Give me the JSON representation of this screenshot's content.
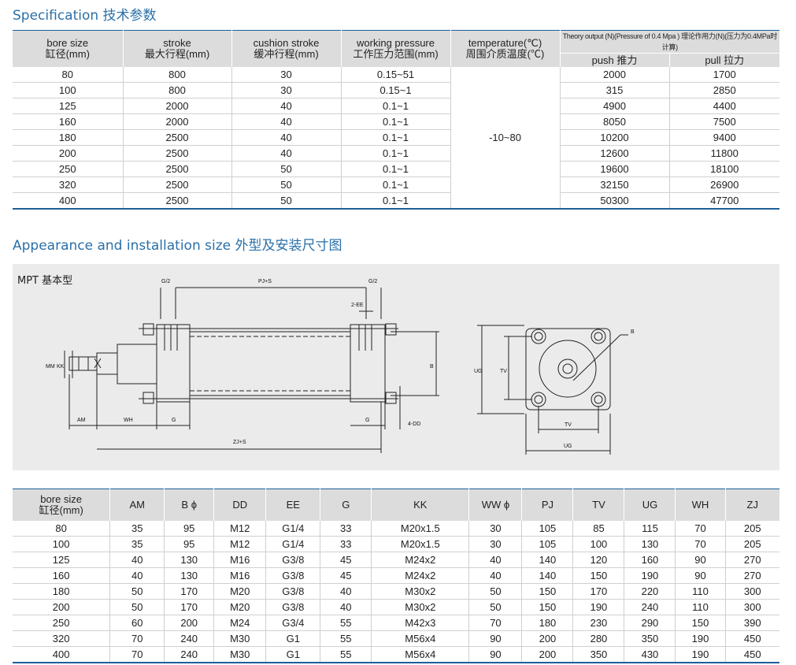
{
  "spec_title": "Specification 技术参数",
  "spec_table": {
    "headers": {
      "bore": [
        "bore size",
        "缸径(mm)"
      ],
      "stroke": [
        "stroke",
        "最大行程(mm)"
      ],
      "cushion": [
        "cushion stroke",
        "缓冲行程(mm)"
      ],
      "pressure": [
        "working pressure",
        "工作压力范围(mm)"
      ],
      "temperature": [
        "temperature(℃)",
        "周围介质温度(℃)"
      ],
      "theory": "Theory output (N)(Pressure of 0.4 Mpa ) 理论作用力(N)(压力为0.4MPa时计算)",
      "push": "push 推力",
      "pull": "pull 拉力"
    },
    "temperature_value": "-10~80",
    "rows": [
      [
        "80",
        "800",
        "30",
        "0.15~51",
        "2000",
        "1700"
      ],
      [
        "100",
        "800",
        "30",
        "0.15~1",
        "315",
        "2850"
      ],
      [
        "125",
        "2000",
        "40",
        "0.1~1",
        "4900",
        "4400"
      ],
      [
        "160",
        "2000",
        "40",
        "0.1~1",
        "8050",
        "7500"
      ],
      [
        "180",
        "2500",
        "40",
        "0.1~1",
        "10200",
        "9400"
      ],
      [
        "200",
        "2500",
        "40",
        "0.1~1",
        "12600",
        "11800"
      ],
      [
        "250",
        "2500",
        "50",
        "0.1~1",
        "19600",
        "18100"
      ],
      [
        "320",
        "2500",
        "50",
        "0.1~1",
        "32150",
        "26900"
      ],
      [
        "400",
        "2500",
        "50",
        "0.1~1",
        "50300",
        "47700"
      ]
    ]
  },
  "appearance_title": "Appearance and installation size 外型及安装尺寸图",
  "drawing": {
    "model_label": "MPT 基本型",
    "labels": {
      "g2": "G/2",
      "pjs": "PJ+S",
      "ee": "2-EE",
      "b": "B",
      "mm": "MM",
      "kk": "KK",
      "am": "AM",
      "wh": "WH",
      "g": "G",
      "dd": "4-DD",
      "zjs": "ZJ+S",
      "ug": "UG",
      "tv": "TV"
    }
  },
  "dims_table": {
    "headers": [
      [
        "bore size",
        "缸径(mm)"
      ],
      "AM",
      "B ϕ",
      "DD",
      "EE",
      "G",
      "KK",
      "WW ϕ",
      "PJ",
      "TV",
      "UG",
      "WH",
      "ZJ"
    ],
    "rows": [
      [
        "80",
        "35",
        "95",
        "M12",
        "G1/4",
        "33",
        "M20x1.5",
        "30",
        "105",
        "85",
        "115",
        "70",
        "205"
      ],
      [
        "100",
        "35",
        "95",
        "M12",
        "G1/4",
        "33",
        "M20x1.5",
        "30",
        "105",
        "100",
        "130",
        "70",
        "205"
      ],
      [
        "125",
        "40",
        "130",
        "M16",
        "G3/8",
        "45",
        "M24x2",
        "40",
        "140",
        "120",
        "160",
        "90",
        "270"
      ],
      [
        "160",
        "40",
        "130",
        "M16",
        "G3/8",
        "45",
        "M24x2",
        "40",
        "140",
        "150",
        "190",
        "90",
        "270"
      ],
      [
        "180",
        "50",
        "170",
        "M20",
        "G3/8",
        "40",
        "M30x2",
        "50",
        "150",
        "170",
        "220",
        "110",
        "300"
      ],
      [
        "200",
        "50",
        "170",
        "M20",
        "G3/8",
        "40",
        "M30x2",
        "50",
        "150",
        "190",
        "240",
        "110",
        "300"
      ],
      [
        "250",
        "60",
        "200",
        "M24",
        "G3/4",
        "55",
        "M42x3",
        "70",
        "180",
        "230",
        "290",
        "150",
        "390"
      ],
      [
        "320",
        "70",
        "240",
        "M30",
        "G1",
        "55",
        "M56x4",
        "90",
        "200",
        "280",
        "350",
        "190",
        "450"
      ],
      [
        "400",
        "70",
        "240",
        "M30",
        "G1",
        "55",
        "M56x4",
        "90",
        "200",
        "350",
        "430",
        "190",
        "450"
      ]
    ]
  },
  "colors": {
    "accent": "#2a6fa8",
    "rule": "#1f5e99",
    "header_bg": "#dcdcdc",
    "panel_bg": "#ebebeb"
  }
}
